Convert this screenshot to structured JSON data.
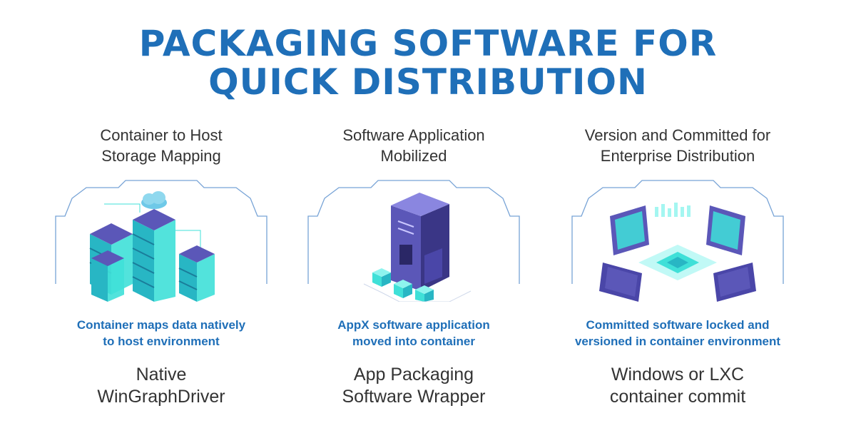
{
  "title": {
    "line1": "PACKAGING SOFTWARE FOR",
    "line2": "QUICK DISTRIBUTION"
  },
  "columns": [
    {
      "heading": [
        "Container to Host",
        "Storage Mapping"
      ],
      "description": [
        "Container maps data natively",
        "to host environment"
      ],
      "tech": [
        "Native",
        "WinGraphDriver"
      ],
      "illustration": "server-stacks-cloud-icon"
    },
    {
      "heading": [
        "Software Application",
        "Mobilized"
      ],
      "description": [
        "AppX software application",
        "moved into container"
      ],
      "tech": [
        "App Packaging",
        "Software Wrapper"
      ],
      "illustration": "server-tower-boxes-icon"
    },
    {
      "heading": [
        "Version and Committed for",
        "Enterprise Distribution"
      ],
      "description": [
        "Committed software locked and",
        "versioned in container environment"
      ],
      "tech": [
        "Windows or LXC",
        "container commit"
      ],
      "illustration": "laptops-chip-icon"
    }
  ],
  "colors": {
    "title": "#1f6fb8",
    "accent": "#1f6fb8",
    "text": "#333333",
    "frame": "#3d7cc4",
    "illustration_teal": "#3fe0d8",
    "illustration_purple": "#5b57b8"
  }
}
